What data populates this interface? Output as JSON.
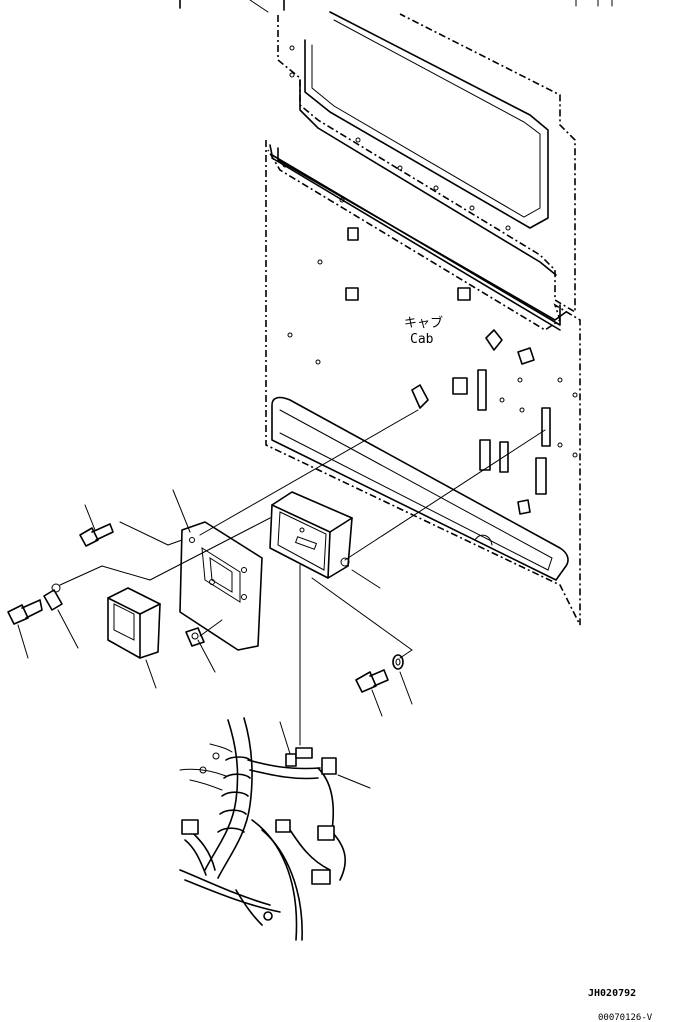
{
  "labels": {
    "cab_jp": "キャブ",
    "cab_en": "Cab"
  },
  "drawing_code": "JH020792",
  "sheet_code": "00070126-V"
}
